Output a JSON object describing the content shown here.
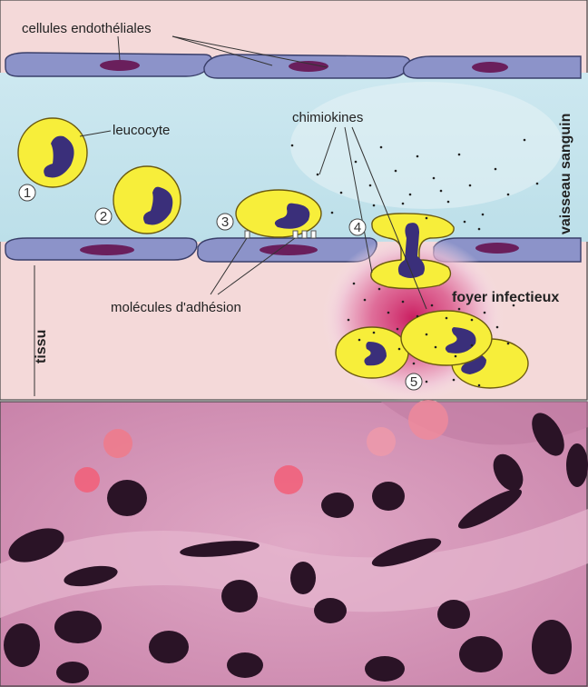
{
  "labels": {
    "endothelial_cells": "cellules endothéliales",
    "leukocyte": "leucocyte",
    "chemokines": "chimiokines",
    "blood_vessel": "vaisseau sanguin",
    "adhesion_molecules": "molécules d'adhésion",
    "infection_site": "foyer infectieux",
    "tissue": "tissu"
  },
  "steps": [
    "1",
    "2",
    "3",
    "4",
    "5"
  ],
  "colors": {
    "tissue": "#f4d9d9",
    "vessel_lumen": "#c9e6ef",
    "endothelium": "#8c93c9",
    "nucleus": "#6a1f5c",
    "leukocyte_cytoplasm": "#f7ee3a",
    "leukocyte_nucleus": "#3a2f7a",
    "infection_glow": "#d12a6a",
    "micro_background": "#d79cbc",
    "micro_nucleus": "#2a1326"
  },
  "micrograph": {
    "description_icon": "histology-micrograph"
  }
}
